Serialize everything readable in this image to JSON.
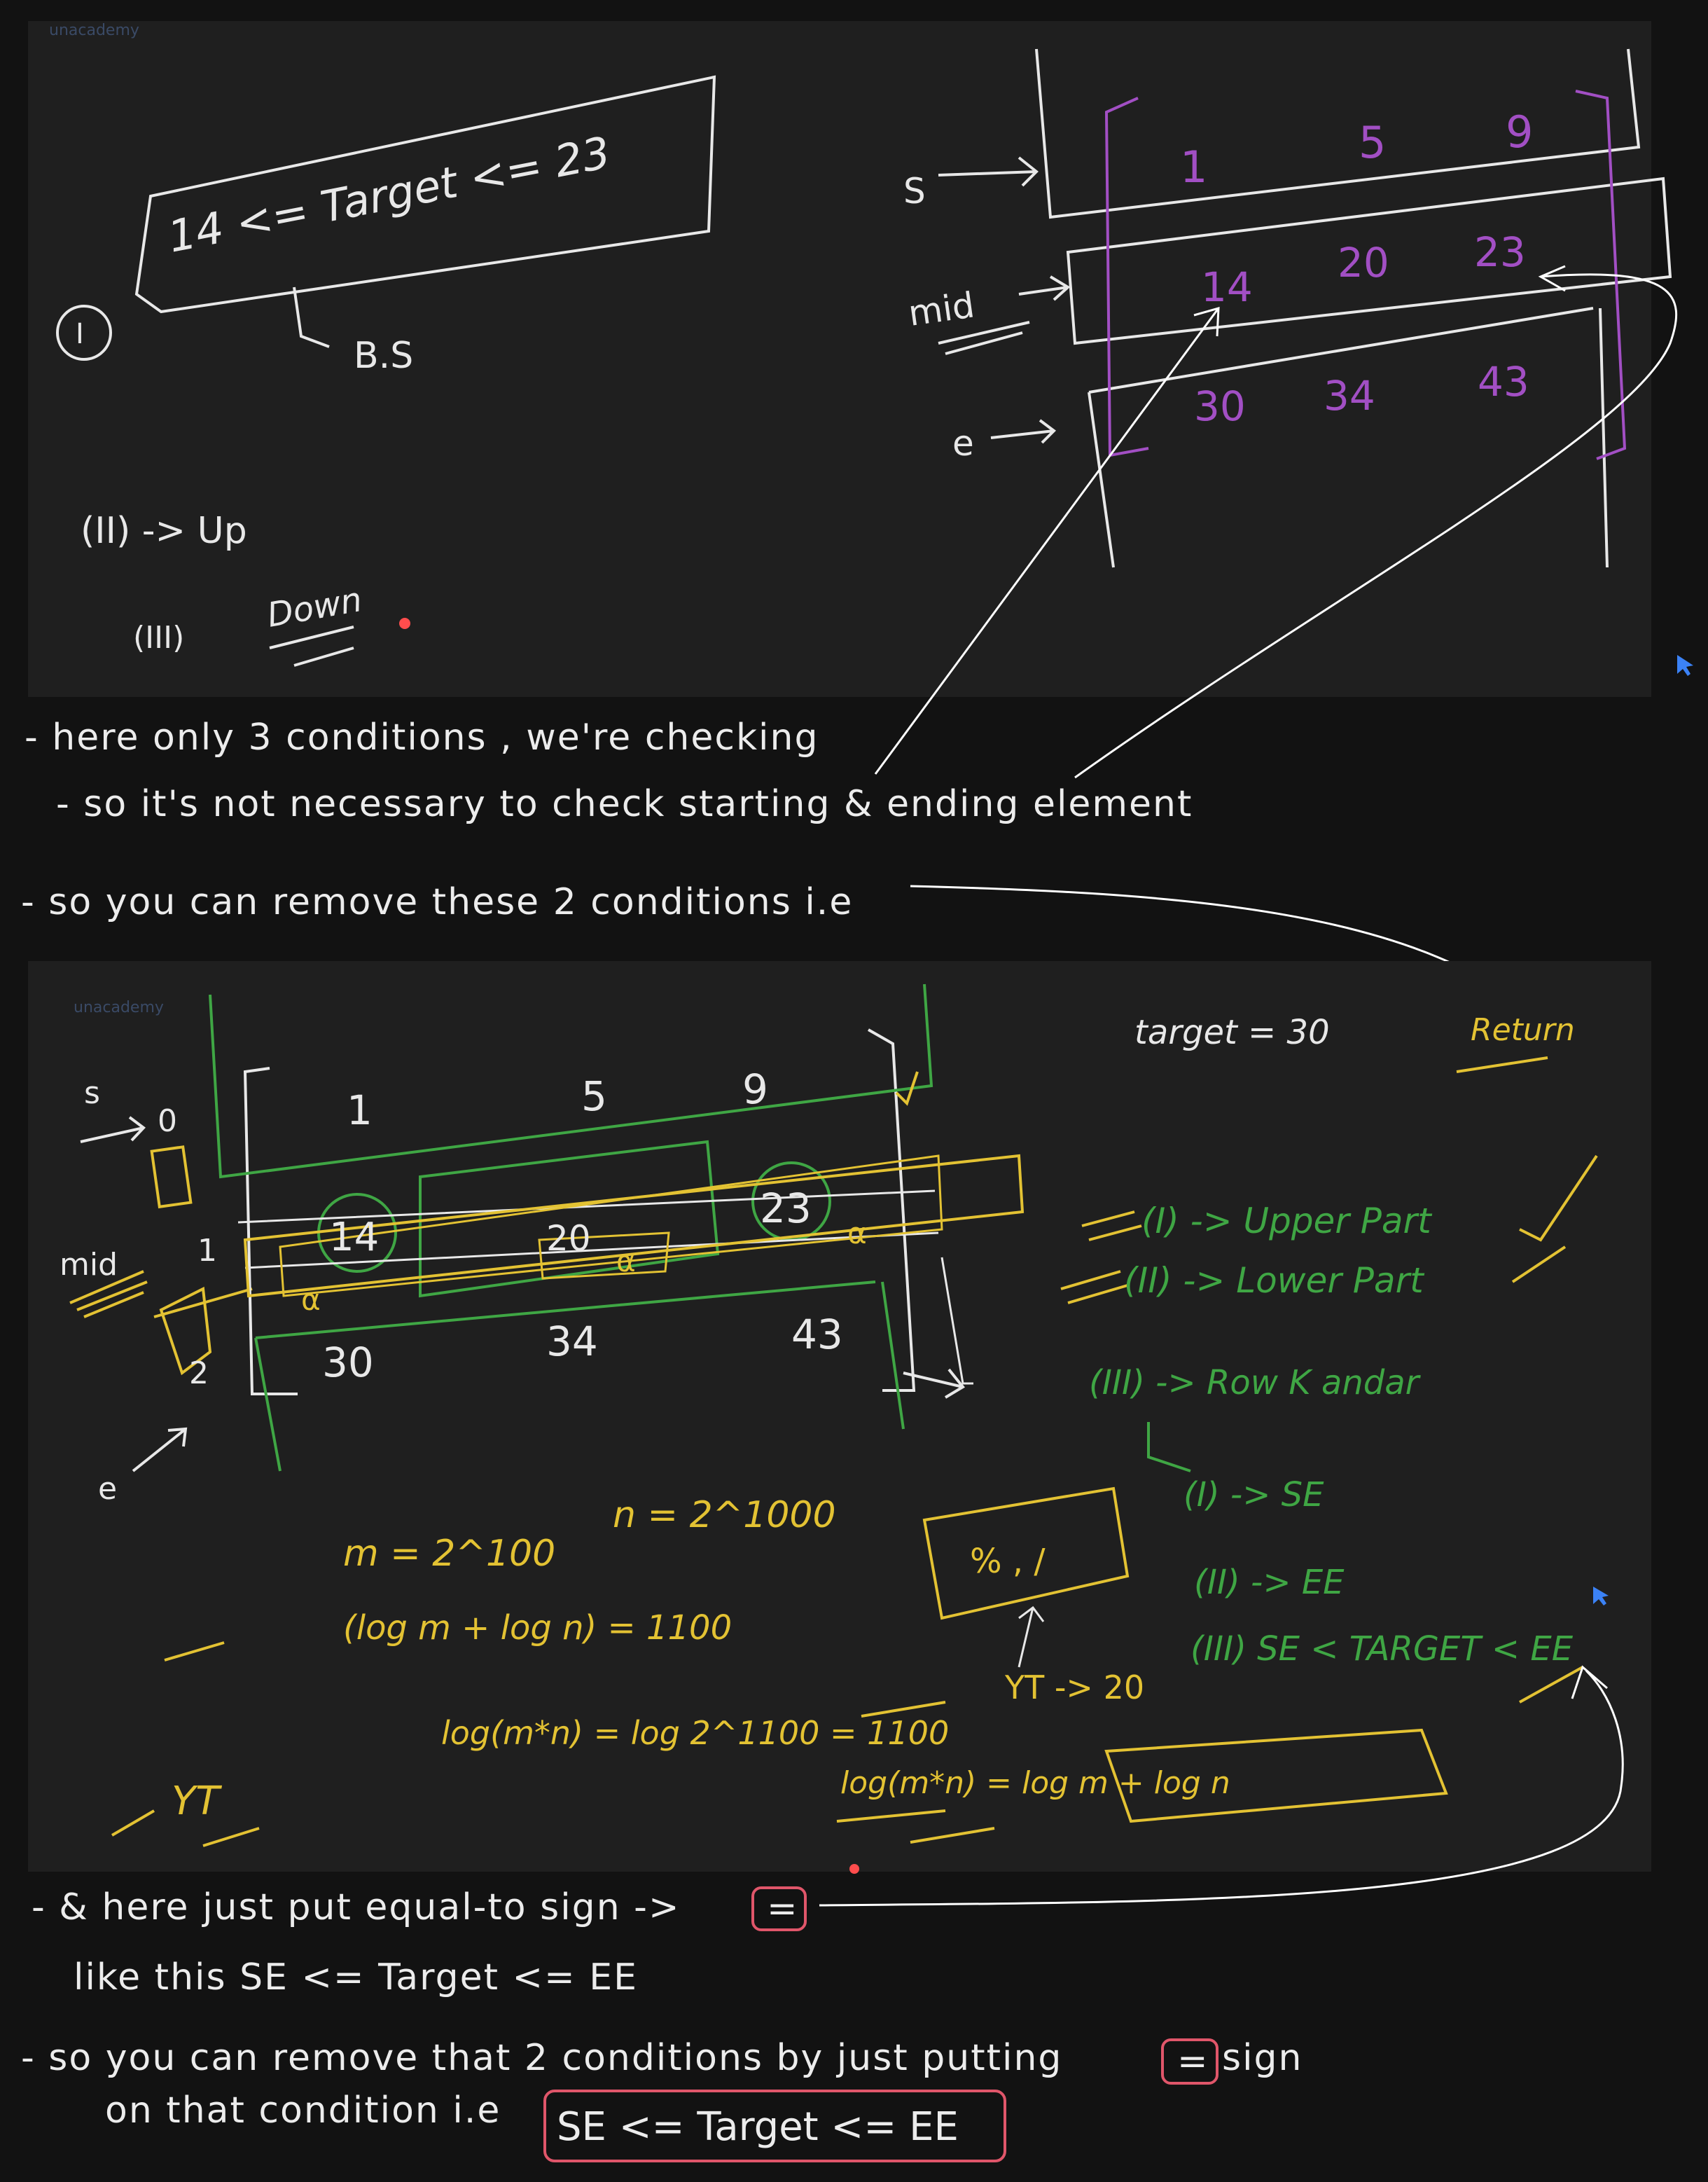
{
  "colors": {
    "background": "#121212",
    "panel": "#1f1f1f",
    "white_ink": "#e8e8e8",
    "purple_ink": "#a24fc4",
    "green_ink": "#3fa644",
    "yellow_ink": "#e3c233",
    "highlight_box": "#e0566a"
  },
  "panel_top": {
    "logo": "unacademy",
    "condition": "14 <= Target <= 23",
    "roman_1": "(I)",
    "bs": "B.S",
    "roman_2": "(II) -> Up",
    "roman_3": "(III)",
    "down": "Down",
    "label_s": "S",
    "label_mid": "mid",
    "label_e": "e",
    "matrix": [
      [
        "1",
        "5",
        "9"
      ],
      [
        "14",
        "20",
        "23"
      ],
      [
        "30",
        "34",
        "43"
      ]
    ]
  },
  "notes": {
    "line1": "- here only 3 conditions , we're checking",
    "line2": "- so it's not necessary to check starting & ending element",
    "line3": "- so you can remove these 2 conditions i.e",
    "line4_prefix": "- & here just put equal-to sign ->",
    "equal_sign": "=",
    "line5": "like this SE <= Target <= EE",
    "line6_prefix": "- so you can remove that 2 conditions by just putting",
    "line6_suffix": "sign",
    "line7_prefix": "on that condition i.e",
    "final_condition": "SE <= Target <= EE"
  },
  "panel_bottom": {
    "logo": "unacademy",
    "row_labels": [
      "0",
      "1",
      "2"
    ],
    "label_s": "s",
    "label_mid": "mid",
    "label_e": "e",
    "matrix": [
      [
        "1",
        "5",
        "9"
      ],
      [
        "14",
        "20",
        "23"
      ],
      [
        "30",
        "34",
        "43"
      ]
    ],
    "target": "target = 30",
    "return": "Return",
    "cases": [
      "(I) -> Upper Part",
      "(II) -> Lower Part",
      "(III) -> Row K andar",
      "(I) -> SE",
      "(II) -> EE",
      "(III) SE < TARGET < EE"
    ],
    "math": [
      "m = 2^100",
      "n = 2^1000",
      "(log m + log n) = 1100",
      "log(m*n) = log 2^1100 = 1100",
      "% , /",
      "YT -> 20",
      "log(m*n) = log m + log n",
      "YT"
    ]
  }
}
